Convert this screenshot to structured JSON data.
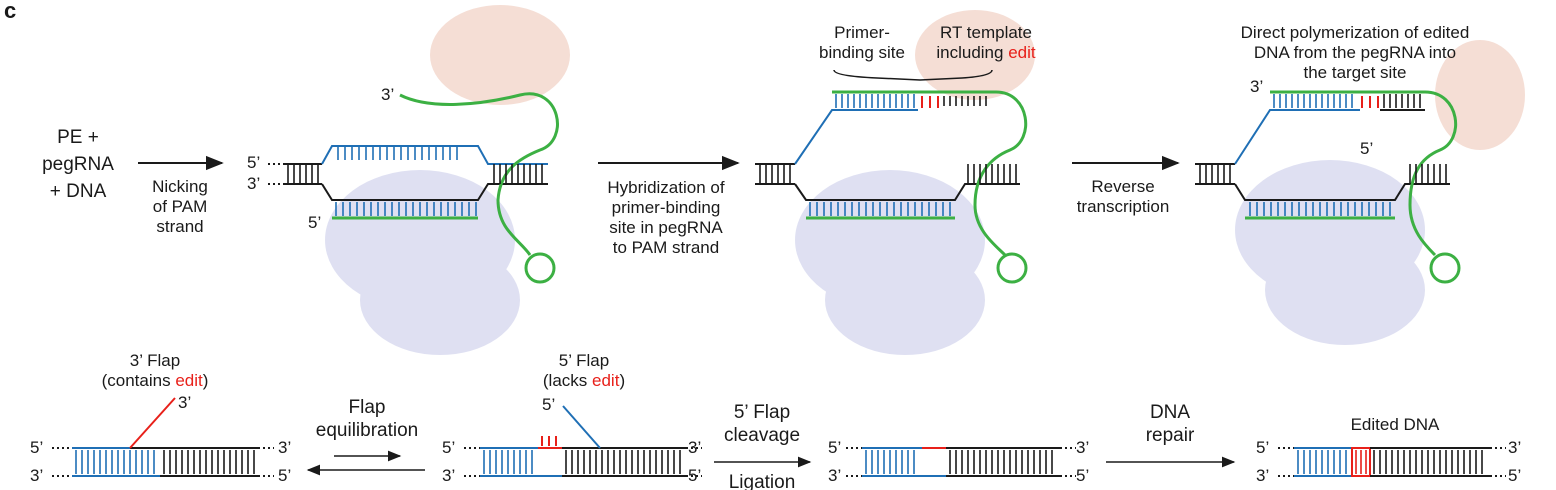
{
  "panel_label": "c",
  "colors": {
    "dna": "#1a1a1a",
    "strand": "#1f6fb5",
    "pegrna": "#3cb043",
    "edit": "#e8201a",
    "cas9": "#c5c8e8",
    "rt": "#ecc3b3"
  },
  "step1": {
    "input_lines": [
      "PE +",
      "pegRNA",
      "+ DNA"
    ],
    "arrow_lines": [
      "Nicking",
      "of PAM",
      "strand"
    ],
    "five_prime": "5’",
    "three_prime": "3’"
  },
  "step2": {
    "arrow_lines": [
      "Hybridization of",
      "primer-binding",
      "site in pegRNA",
      "to PAM strand"
    ],
    "pbs_lines": [
      "Primer-",
      "binding site"
    ],
    "rt_line1": "RT template",
    "rt_line2_prefix": "including",
    "rt_line2_edit": "edit"
  },
  "step3": {
    "arrow_lines": [
      "Reverse",
      "transcription"
    ],
    "caption_lines": [
      "Direct polymerization of edited",
      "DNA from the pegRNA into",
      "the target site"
    ],
    "three_prime": "3’",
    "five_prime": "5’"
  },
  "bottom": {
    "flap3_line1": "3’ Flap",
    "flap3_line2_prefix": "(contains",
    "flap3_line2_edit": "edit",
    "flap3_line2_suffix": ")",
    "flap5_line1": "5’ Flap",
    "flap5_line2_prefix": "(lacks",
    "flap5_line2_edit": "edit",
    "flap5_line2_suffix": ")",
    "equilibration_lines": [
      "Flap",
      "equilibration"
    ],
    "cleavage_lines": [
      "5’ Flap",
      "cleavage"
    ],
    "ligation": "Ligation",
    "repair_lines": [
      "DNA",
      "repair"
    ],
    "edited_dna": "Edited DNA",
    "end_5": "5’",
    "end_3": "3’"
  }
}
